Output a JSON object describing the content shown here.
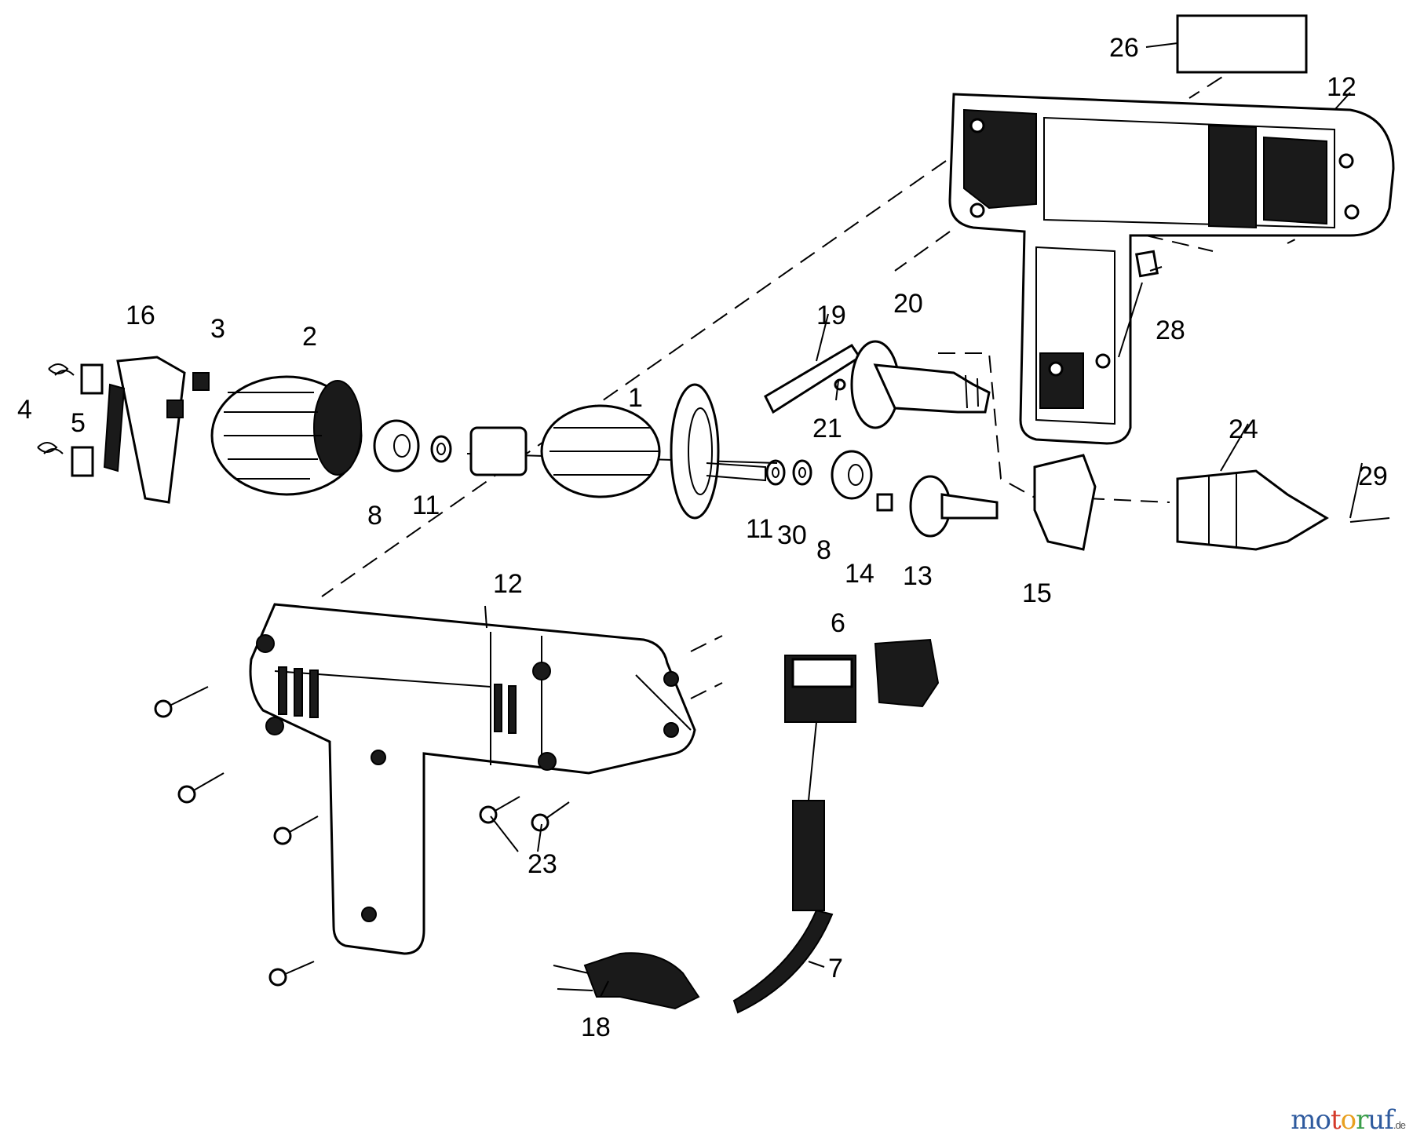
{
  "callouts": {
    "p1": "1",
    "p2": "2",
    "p3": "3",
    "p4": "4",
    "p5": "5",
    "p6": "6",
    "p7": "7",
    "p8a": "8",
    "p8b": "8",
    "p11a": "11",
    "p11b": "11",
    "p12a": "12",
    "p12b": "12",
    "p13": "13",
    "p14": "14",
    "p15": "15",
    "p16": "16",
    "p18": "18",
    "p19": "19",
    "p20": "20",
    "p21": "21",
    "p23": "23",
    "p24": "24",
    "p26": "26",
    "p28": "28",
    "p29": "29",
    "p30": "30"
  },
  "watermark": {
    "letters": [
      "m",
      "o",
      "t",
      "o",
      "r",
      "u",
      "f"
    ],
    "letter_colors": [
      "#2e5a9e",
      "#2e5a9e",
      "#d43a2a",
      "#e8a020",
      "#3a9e4a",
      "#2e5a9e",
      "#2e5a9e"
    ],
    "suffix": ".de"
  }
}
